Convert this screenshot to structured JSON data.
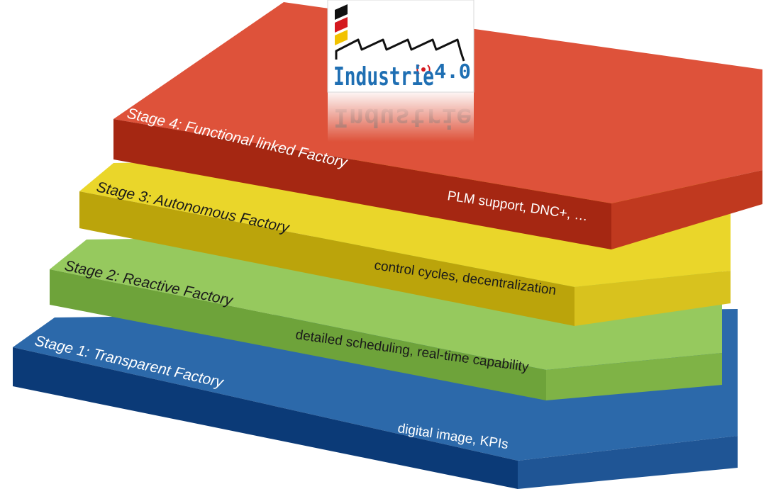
{
  "diagram": {
    "layers": [
      {
        "id": "stage-1",
        "title": "Stage 1: Transparent Factory",
        "description": "digital image,  KPIs",
        "colors": {
          "top": "#2c69aa",
          "front": "#0b3a77",
          "right": "#1f5595"
        },
        "title_color": "#ffffff",
        "desc_color": "#ffffff"
      },
      {
        "id": "stage-2",
        "title": "Stage 2: Reactive Factory",
        "description": "detailed scheduling, real-time capability",
        "colors": {
          "top": "#96c95e",
          "front": "#6ea33a",
          "right": "#7fb346"
        },
        "title_color": "#1a1a1a",
        "desc_color": "#1a1a1a"
      },
      {
        "id": "stage-3",
        "title": "Stage 3: Autonomous Factory",
        "description": "control cycles, decentralization",
        "colors": {
          "top": "#ead62a",
          "front": "#bba40b",
          "right": "#d8c21e"
        },
        "title_color": "#1a1a1a",
        "desc_color": "#1a1a1a"
      },
      {
        "id": "stage-4",
        "title": "Stage 4: Functional linked Factory",
        "description": "PLM support, DNC+, …",
        "colors": {
          "top": "#de523a",
          "front": "#a52712",
          "right": "#c0391f"
        },
        "title_color": "#ffffff",
        "desc_color": "#ffffff"
      }
    ],
    "logo": {
      "word": "Industrie",
      "version": "4.0",
      "colors": {
        "text": "#1f6fb3",
        "black": "#111111",
        "red": "#d4191f",
        "gold": "#f2c200"
      }
    }
  }
}
